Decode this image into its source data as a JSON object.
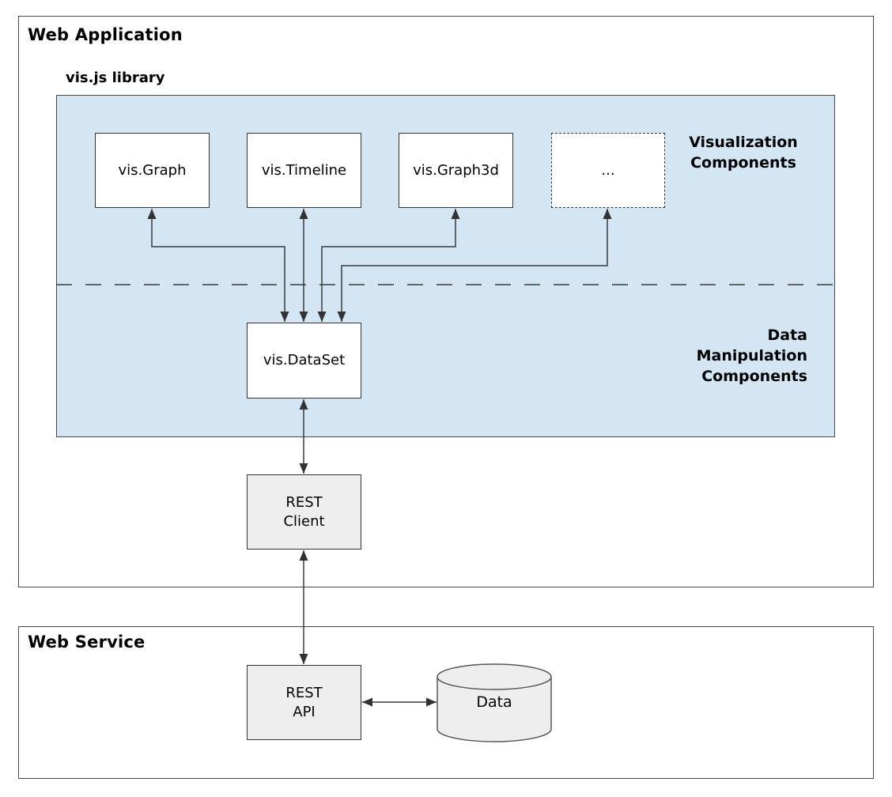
{
  "colors": {
    "library_background": "#d4e6f4",
    "component_box_fill": "#ffffff",
    "service_box_fill": "#eeeeee",
    "line_color": "#3b3b3b",
    "text_color": "#000000"
  },
  "web_application": {
    "title": "Web Application",
    "library": {
      "title": "vis.js library",
      "visualization_section_label": "Visualization\nComponents",
      "components": [
        {
          "label": "vis.Graph"
        },
        {
          "label": "vis.Timeline"
        },
        {
          "label": "vis.Graph3d"
        },
        {
          "label": "..."
        }
      ],
      "data_section_label": "Data\nManipulation\nComponents",
      "dataset": {
        "label": "vis.DataSet"
      }
    },
    "rest_client": {
      "label": "REST\nClient"
    }
  },
  "web_service": {
    "title": "Web Service",
    "rest_api": {
      "label": "REST\nAPI"
    },
    "database": {
      "label": "Data"
    }
  }
}
